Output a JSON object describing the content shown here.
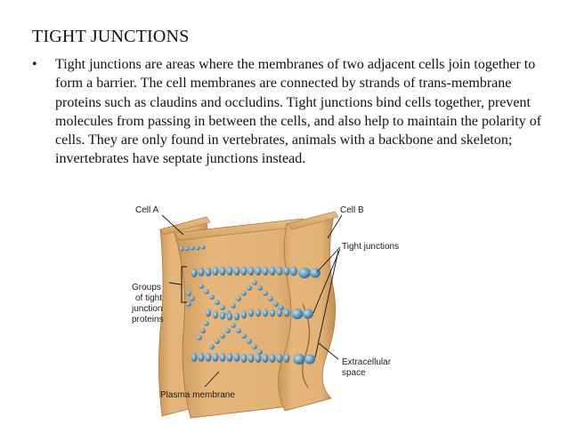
{
  "title": "TIGHT JUNCTIONS",
  "bullet": {
    "marker": "•",
    "text": "Tight junctions are areas where the membranes of two adjacent cells join together to form a barrier. The cell membranes are connected by strands of trans-membrane proteins such as claudins and occludins. Tight junctions bind cells together, prevent molecules from passing in between the cells, and also help to maintain the polarity of cells. They are only found in vertebrates, animals with a backbone and skeleton; invertebrates have septate junctions instead."
  },
  "diagram": {
    "labels": {
      "cell_a": "Cell A",
      "cell_b": "Cell B",
      "tight_junctions": "Tight junctions",
      "groups_line1": "Groups",
      "groups_line2": "of tight",
      "groups_line3": "junction",
      "groups_line4": "proteins",
      "extracellular_line1": "Extracellular",
      "extracellular_line2": "space",
      "plasma_membrane": "Plasma membrane"
    },
    "colors": {
      "membrane_fill": "#dcab6c",
      "membrane_dark": "#b8844a",
      "membrane_light": "#f0c890",
      "protein_bead": "#6fa4c4",
      "protein_bead_dark": "#2f6e93"
    }
  }
}
